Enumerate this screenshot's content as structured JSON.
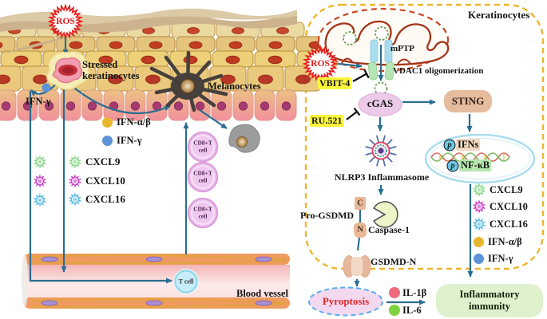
{
  "colors": {
    "arrow": "#2a6d90",
    "ros": "#e81c1c",
    "membrane_dash": "#efb42c",
    "mito_outer": "#cc4422",
    "mito_inner": "#a5341a",
    "mtdna": "#6a9e50",
    "inhibitor_bg": "#fbf63b",
    "cgas_fill": "#eccae8",
    "sting_fill": "#e7bb9e",
    "nucleus_border": "#aadcee",
    "ifns_bg": "#f1d8c1",
    "nfkb_bg": "#b5e8ae",
    "p_badge": "#6ec6de",
    "pyroptosis_fill": "#f3d9f0",
    "pyroptosis_border": "#5aabee",
    "pyroptosis_text": "#e8252a",
    "inflammatory_bg": "#def3cd",
    "gsdmd_tan": "#e9b896",
    "caspase_fill": "#eef3c8"
  },
  "left_panel": {
    "ros_label": "ROS",
    "stressed_line1": "Stressed",
    "stressed_line2": "keratinocytes",
    "melanocytes_label": "Melanocytes",
    "ifn_gamma_label": "IFN-γ",
    "interferons": [
      {
        "label": "IFN-α/β",
        "color": "#e8b62e"
      },
      {
        "label": "IFN-γ",
        "color": "#5b92d8"
      }
    ],
    "chemokines": [
      {
        "label": "CXCL9",
        "color": "#8fd98f"
      },
      {
        "label": "CXCL10",
        "color": "#cb4ccb"
      },
      {
        "label": "CXCL16",
        "color": "#62bde2"
      }
    ],
    "cd8_line1": "CD8+T",
    "cd8_line2": "cell",
    "t_cell_label": "T cell",
    "blood_vessel_label": "Blood vessel"
  },
  "right_panel": {
    "title": "Keratinocytes",
    "ros_label": "ROS",
    "mptp_label": "mPTP",
    "vdac1_label": "VDAC1 oligomerization",
    "vbit4_label": "VBIT-4",
    "ru521_label": "RU.521",
    "cgas_label": "cGAS",
    "sting_label": "STING",
    "ifns_label": "IFNs",
    "nfkb_label": "NF-κB",
    "phospho_label": "p",
    "nlrp3_label": "NLRP3 Inflammasome",
    "pro_gsdmd_label": "Pro-GSDMD",
    "c_label": "C",
    "n_label": "N",
    "caspase1_label": "Caspase-1",
    "gsdmd_n_label": "GSDMD-N",
    "pyroptosis_label": "Pyroptosis",
    "cytokines": [
      {
        "label": "IL-1β",
        "color": "#ed6b7d"
      },
      {
        "label": "IL-6",
        "color": "#7ed23f"
      }
    ],
    "inflammatory_line1": "Inflammatory",
    "inflammatory_line2": "immunity",
    "mediators": [
      {
        "label": "CXCL9",
        "color": "#8fd98f",
        "type": "gear"
      },
      {
        "label": "CXCL10",
        "color": "#cb4ccb",
        "type": "gear"
      },
      {
        "label": "CXCL16",
        "color": "#62bde2",
        "type": "gear"
      },
      {
        "label": "IFN-α/β",
        "color": "#e8b62e",
        "type": "dot"
      },
      {
        "label": "IFN-γ",
        "color": "#5b92d8",
        "type": "dot"
      }
    ]
  }
}
